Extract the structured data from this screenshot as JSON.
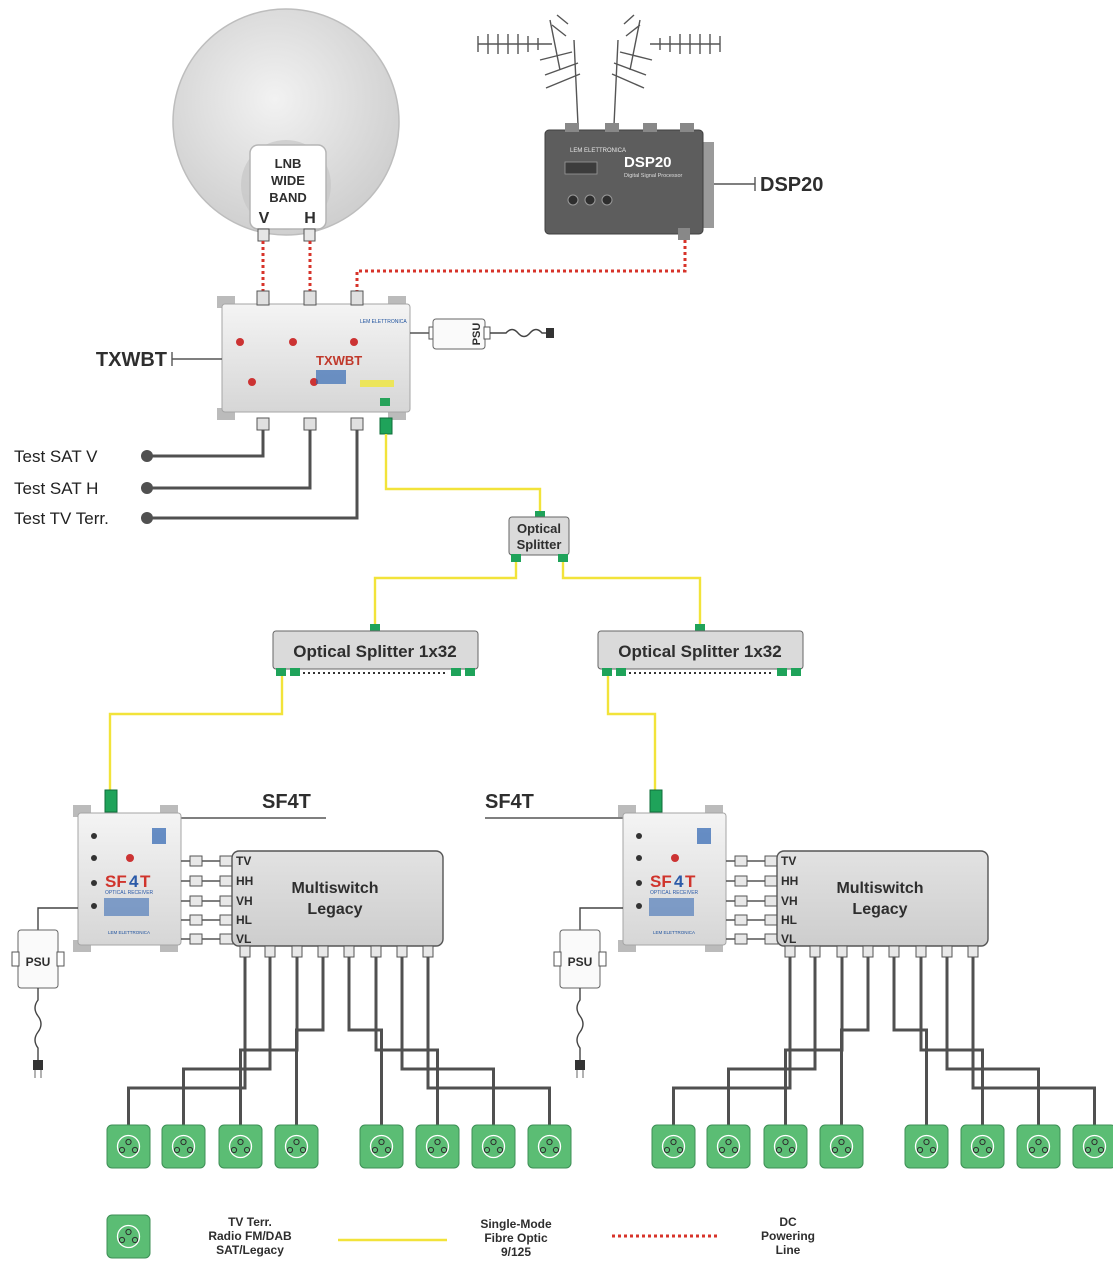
{
  "lnb": {
    "line1": "LNB",
    "line2": "WIDE",
    "line3": "BAND",
    "port_v": "V",
    "port_h": "H"
  },
  "dsp": {
    "label": "DSP20",
    "brand": "LEM ELETTRONICA",
    "model": "DSP20",
    "subtitle": "Digital Signal Processor"
  },
  "txwbt": {
    "label": "TXWBT",
    "model": "TXWBT",
    "brand": "LEM ELETTRONICA"
  },
  "psu_label": "PSU",
  "tests": [
    "Test SAT V",
    "Test SAT H",
    "Test TV Terr."
  ],
  "optical_splitter": {
    "line1": "Optical",
    "line2": "Splitter"
  },
  "splitter_1x32": "Optical Splitter 1x32",
  "sf4t": {
    "label": "SF4T",
    "model_sf": "SF",
    "model_4": "4",
    "model_t": "T",
    "subtitle": "OPTICAL RECEIVER",
    "brand": "LEM ELETTRONICA"
  },
  "multiswitch": {
    "line1": "Multiswitch",
    "line2": "Legacy",
    "ports": [
      "TV",
      "HH",
      "VH",
      "HL",
      "VL"
    ]
  },
  "legend": {
    "outlet": [
      "TV Terr.",
      "Radio FM/DAB",
      "SAT/Legacy"
    ],
    "fibre": [
      "Single-Mode",
      "Fibre Optic",
      "9/125"
    ],
    "dc": [
      "DC",
      "Powering",
      "Line"
    ]
  },
  "colors": {
    "fibre": "#f2e33a",
    "dc": "#d7332a",
    "outlet": "#5bbd74",
    "connector": "#1fa35a",
    "cable": "#505050",
    "box": "#d9d9d9"
  }
}
